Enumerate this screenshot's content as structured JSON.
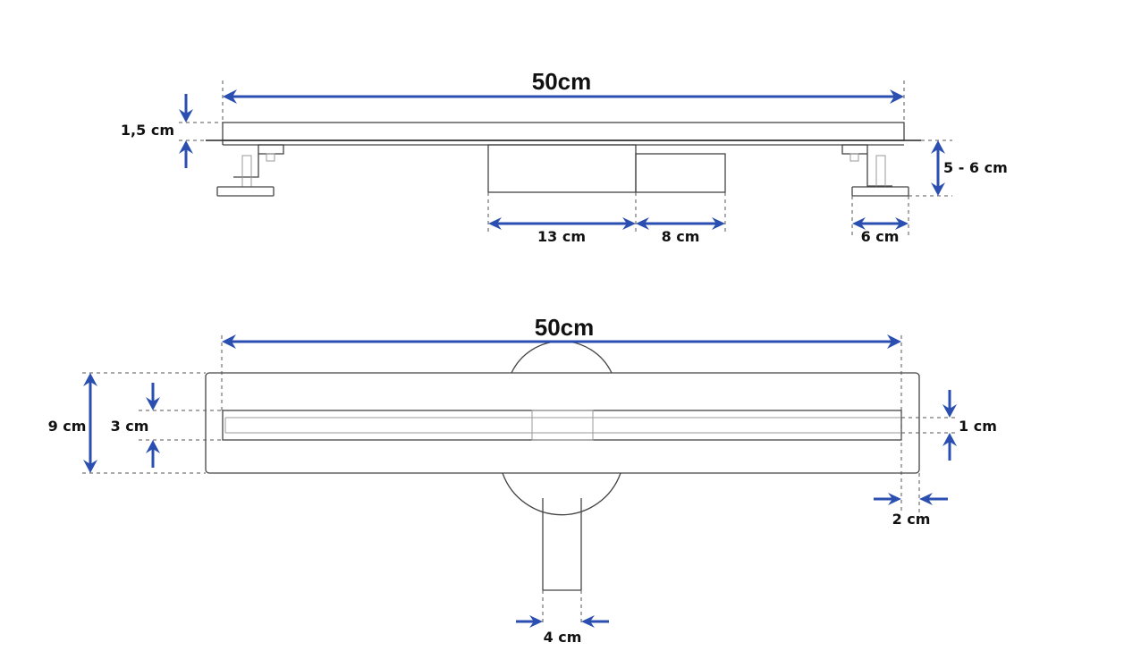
{
  "diagram": {
    "title": "Linear shower drain technical drawing",
    "accent_color": "#2a4fb0",
    "side_view": {
      "length_label": "50cm",
      "grate_height_label": "1,5 cm",
      "outlet_body_label": "13 cm",
      "outlet_extension_label": "8 cm",
      "foot_width_label": "6 cm",
      "adjustable_height_label": "5 - 6 cm"
    },
    "top_view": {
      "length_label": "50cm",
      "total_width_label": "9 cm",
      "channel_width_label": "3 cm",
      "slot_width_label": "1 cm",
      "end_margin_label": "2 cm",
      "outlet_pipe_label": "4 cm"
    }
  }
}
